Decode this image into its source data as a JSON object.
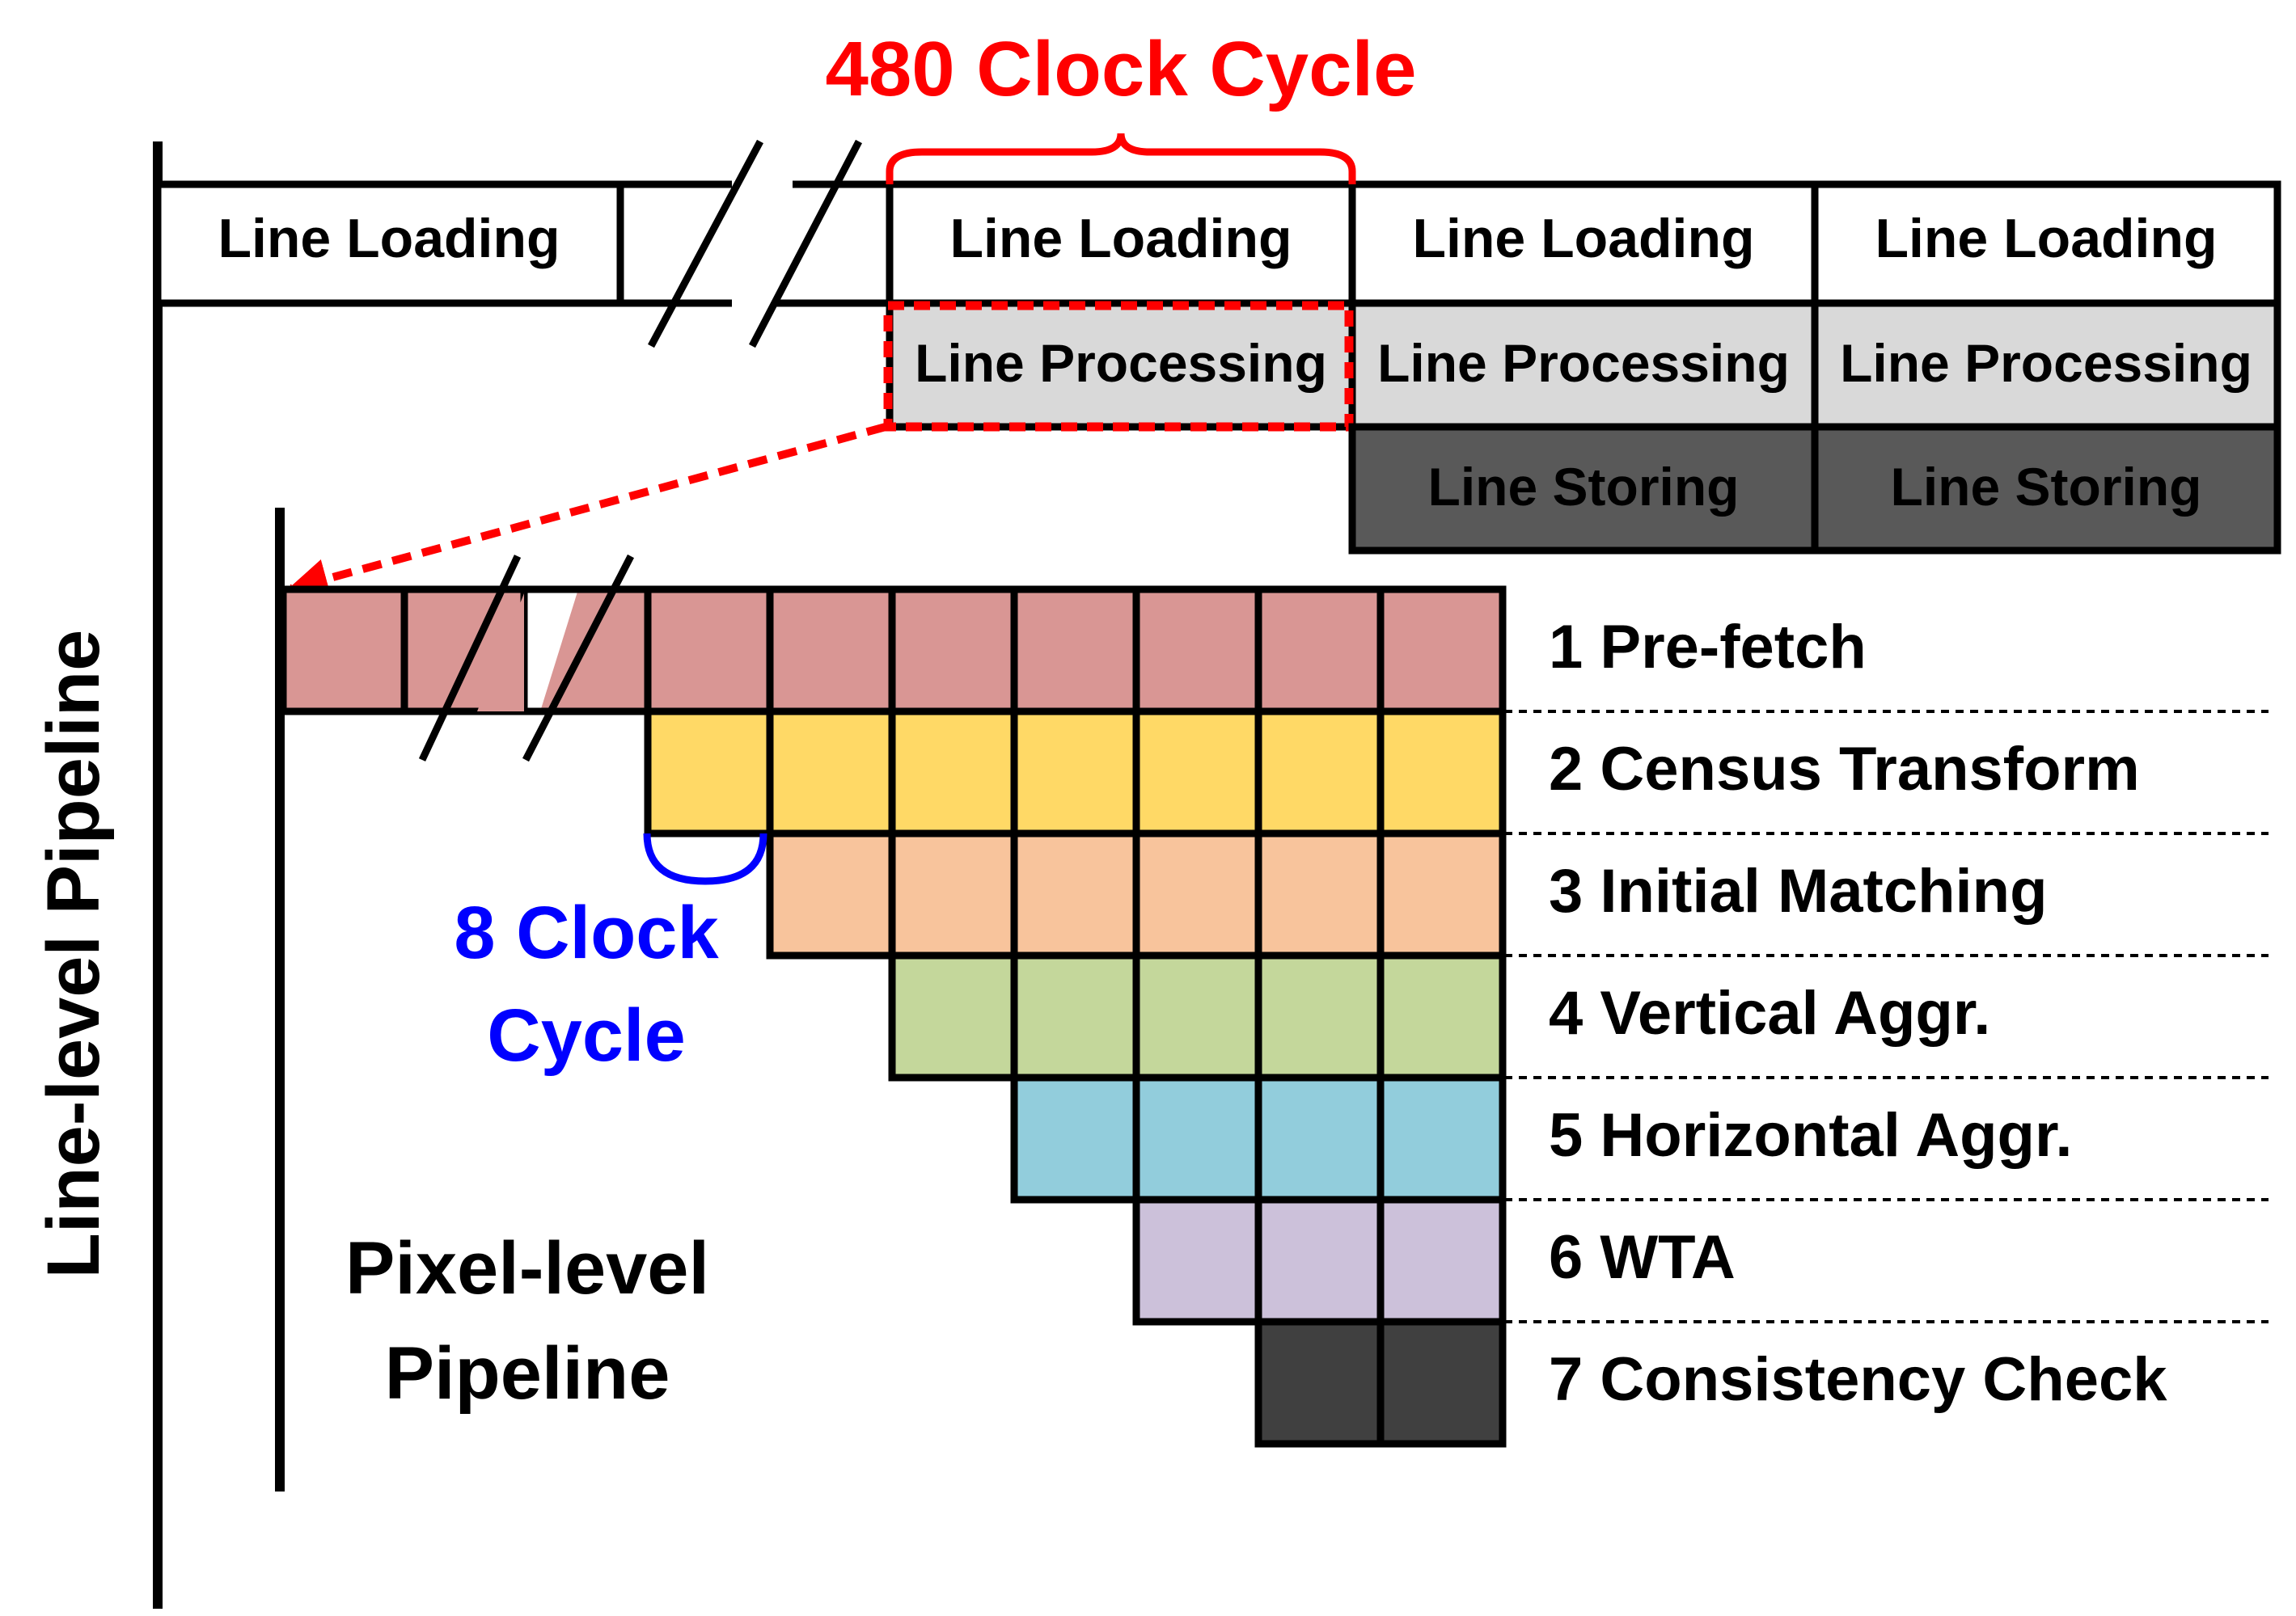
{
  "annotations": {
    "line_cycle": "480 Clock Cycle",
    "pixel_cycle_line1": "8 Clock",
    "pixel_cycle_line2": "Cycle"
  },
  "axes": {
    "line_level": "Line-level Pipeline",
    "pixel_level_line1": "Pixel-level",
    "pixel_level_line2": "Pipeline"
  },
  "line_pipeline": {
    "loading": "Line Loading",
    "processing": "Line Processing",
    "storing": "Line Storing"
  },
  "stages": [
    {
      "label": "1 Pre-fetch",
      "color": "#d99694"
    },
    {
      "label": "2 Census Transform",
      "color": "#ffd966"
    },
    {
      "label": "3 Initial Matching",
      "color": "#f8c49c"
    },
    {
      "label": "4 Vertical Aggr.",
      "color": "#c4d79b"
    },
    {
      "label": "5 Horizontal Aggr.",
      "color": "#92cddc"
    },
    {
      "label": "6 WTA",
      "color": "#ccc1da"
    },
    {
      "label": "7 Consistency Check",
      "color": "#404040"
    }
  ],
  "colors": {
    "processing_fill": "#d9d9d9",
    "storing_fill": "#595959",
    "highlight_red": "#ff0000",
    "cycle_blue": "#0000ff"
  }
}
